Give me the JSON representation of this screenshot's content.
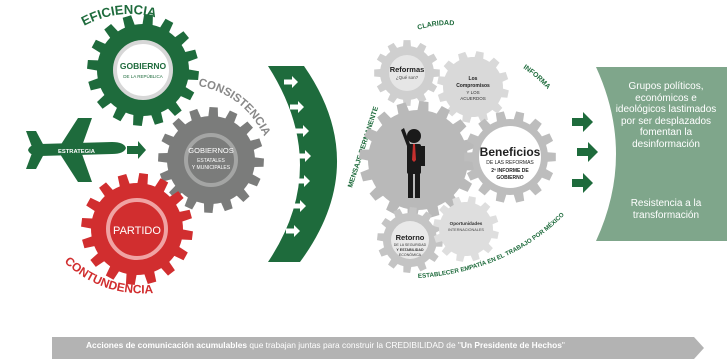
{
  "labels": {
    "eficiencia": "EFICIENCIA",
    "consistencia": "CONSISTENCIA",
    "contundencia": "CONTUNDENCIA",
    "estrategia": "ESTRATEGIA",
    "mensaje_permanente": "MENSAJE PERMANENTE",
    "claridad": "CLARIDAD",
    "informa": "INFORMA",
    "empatia": "ESTABLECER EMPATÍA EN EL TRABAJO POR MÉXICO"
  },
  "gears_left": {
    "gobierno_title": "GOBIERNO",
    "gobierno_sub": "DE LA REPÚBLICA",
    "gobiernos_title": "GOBIERNOS",
    "gobiernos_sub1": "ESTATALES",
    "gobiernos_sub2": "Y MUNICIPALES",
    "partido": "PARTIDO"
  },
  "gears_right": {
    "reformas_title": "Reformas",
    "reformas_sub": "¿Qué son?",
    "compromisos_1": "Los",
    "compromisos_2": "Compromisos",
    "compromisos_3": "Y LOS",
    "compromisos_4": "ACUERDOS",
    "beneficios_title": "Beneficios",
    "beneficios_sub": "DE LAS REFORMAS",
    "beneficios_3": "2º INFORME DE",
    "beneficios_4": "GOBIERNO",
    "retorno_title": "Retorno",
    "retorno_1": "DE LA SEGURIDAD",
    "retorno_2": "Y ESTABILIDAD",
    "retorno_3": "ECONÓMICA",
    "oportunidades_title": "Oportunidades",
    "oportunidades_sub": "INTERNACIONALES"
  },
  "panel": {
    "groups": "Grupos políticos, económicos e ideológicos lastimados por ser desplazados fomentan la desinformación",
    "resist": "Resistencia a la transformación"
  },
  "bottom": {
    "part1": "Acciones de comunicación acumulables",
    "part2": " que trabajan juntas para construir la CREDIBILIDAD de \"",
    "part3": "Un Presidente de Hechos",
    "part4": "\""
  },
  "colors": {
    "green_dark": "#1e6b3c",
    "gray_gear": "#7b7c7b",
    "red": "#d12e2f",
    "light_gray": "#cfcfcf",
    "panel": "#7fa68b",
    "bar": "#b3b3b3"
  }
}
